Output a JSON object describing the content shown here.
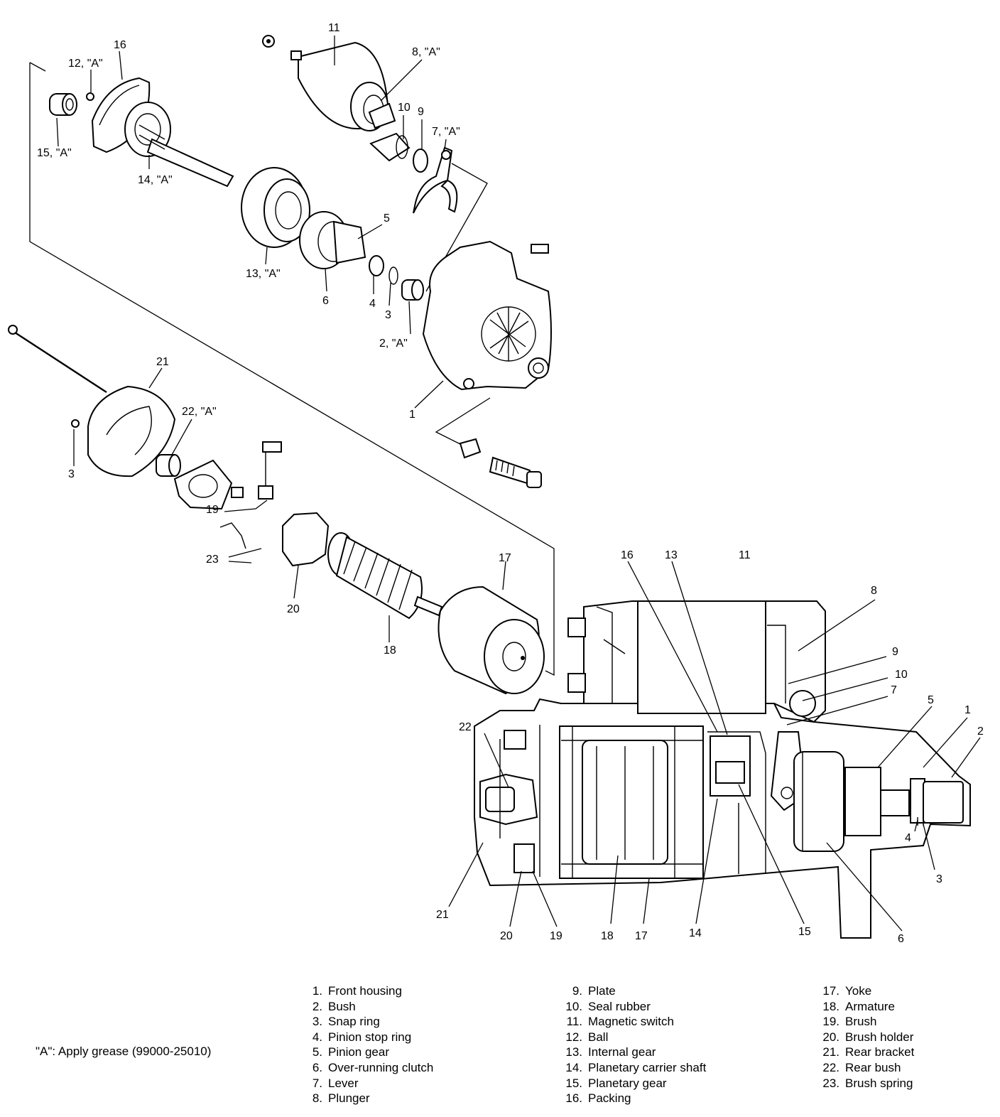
{
  "callouts": {
    "c11": "11",
    "c8A": "8, \"A\"",
    "c16": "16",
    "c12A": "12, \"A\"",
    "c10": "10",
    "c9": "9",
    "c7A": "7, \"A\"",
    "c15A": "15, \"A\"",
    "c14A": "14, \"A\"",
    "c5": "5",
    "c13A": "13, \"A\"",
    "c4": "4",
    "c3": "3",
    "c6": "6",
    "c2A": "2, \"A\"",
    "c1": "1",
    "c21": "21",
    "c22A": "22, \"A\"",
    "c3b": "3",
    "c19": "19",
    "c23": "23",
    "c20": "20",
    "c18": "18",
    "c17": "17"
  },
  "section_callouts": {
    "s16": "16",
    "s13": "13",
    "s11": "11",
    "s8": "8",
    "s9": "9",
    "s10": "10",
    "s7": "7",
    "s5": "5",
    "s1": "1",
    "s2": "2",
    "s22": "22",
    "s4": "4",
    "s3": "3",
    "s21": "21",
    "s20": "20",
    "s19": "19",
    "s18": "18",
    "s17": "17",
    "s14": "14",
    "s15": "15",
    "s6": "6"
  },
  "legend": {
    "grease_note": "\"A\": Apply grease (99000-25010)",
    "items": [
      {
        "num": "1.",
        "label": "Front housing"
      },
      {
        "num": "2.",
        "label": "Bush"
      },
      {
        "num": "3.",
        "label": "Snap ring"
      },
      {
        "num": "4.",
        "label": "Pinion stop ring"
      },
      {
        "num": "5.",
        "label": "Pinion gear"
      },
      {
        "num": "6.",
        "label": "Over-running clutch"
      },
      {
        "num": "7.",
        "label": "Lever"
      },
      {
        "num": "8.",
        "label": "Plunger"
      },
      {
        "num": "9.",
        "label": "Plate"
      },
      {
        "num": "10.",
        "label": "Seal rubber"
      },
      {
        "num": "11.",
        "label": "Magnetic switch"
      },
      {
        "num": "12.",
        "label": "Ball"
      },
      {
        "num": "13.",
        "label": "Internal gear"
      },
      {
        "num": "14.",
        "label": "Planetary carrier shaft"
      },
      {
        "num": "15.",
        "label": "Planetary gear"
      },
      {
        "num": "16.",
        "label": "Packing"
      },
      {
        "num": "17.",
        "label": "Yoke"
      },
      {
        "num": "18.",
        "label": "Armature"
      },
      {
        "num": "19.",
        "label": "Brush"
      },
      {
        "num": "20.",
        "label": "Brush holder"
      },
      {
        "num": "21.",
        "label": "Rear bracket"
      },
      {
        "num": "22.",
        "label": "Rear bush"
      },
      {
        "num": "23.",
        "label": "Brush spring"
      }
    ]
  }
}
